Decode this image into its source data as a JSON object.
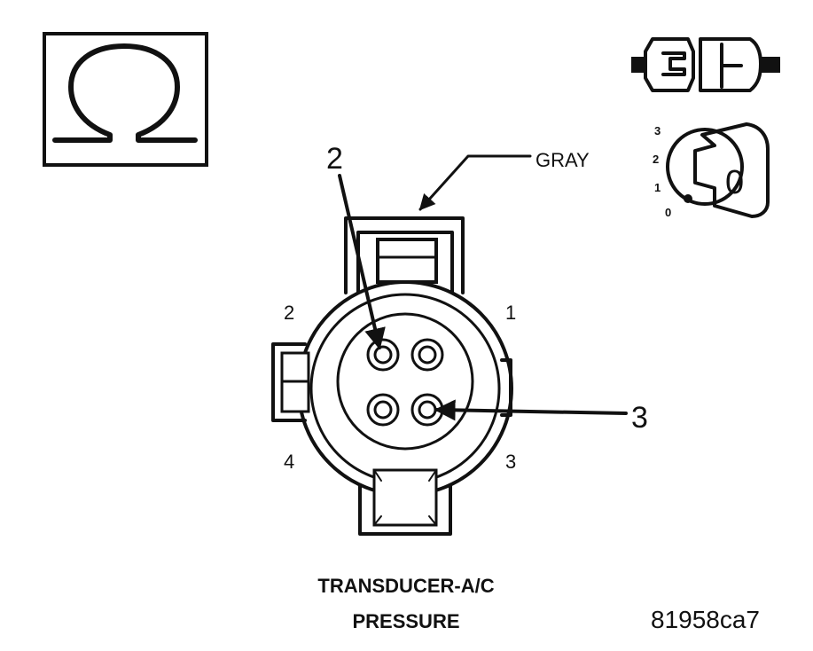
{
  "labels": {
    "wire_color": "GRAY",
    "callout_top": "2",
    "callout_right": "3",
    "cavity_top_left": "2",
    "cavity_top_right": "1",
    "cavity_bottom_left": "4",
    "cavity_bottom_right": "3",
    "title_line1": "TRANSDUCER-A/C",
    "title_line2": "PRESSURE",
    "figure_id": "81958ca7"
  },
  "ignition": {
    "positions": [
      "3",
      "2",
      "1",
      "0"
    ],
    "key_mark": "0"
  },
  "icons": {
    "meter_symbol": "ohm-icon",
    "connector_symbol": "disconnect-connector-icon",
    "ignition_symbol": "ignition-key-icon"
  }
}
